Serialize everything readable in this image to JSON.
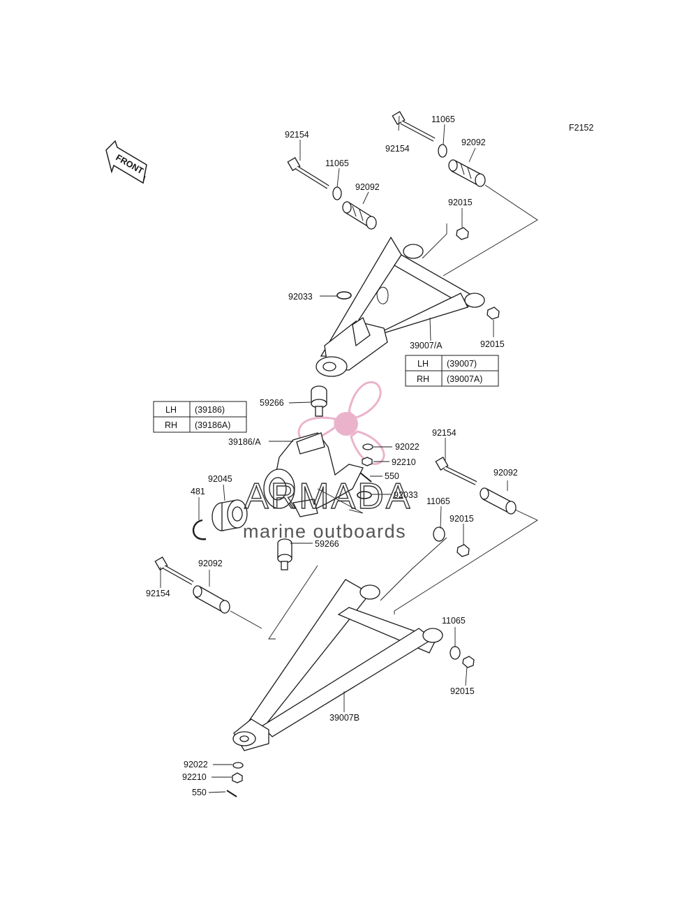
{
  "diagram_code": "F2152",
  "front_arrow_label": "FRONT",
  "watermark": {
    "brand": "ARMADA",
    "tagline": "marine outboards",
    "logo_color": "#e8a6c2"
  },
  "tables": {
    "upper_arm": {
      "rows": [
        {
          "side": "LH",
          "part": "(39007)"
        },
        {
          "side": "RH",
          "part": "(39007A)"
        }
      ]
    },
    "knuckle": {
      "rows": [
        {
          "side": "LH",
          "part": "(39186)"
        },
        {
          "side": "RH",
          "part": "(39186A)"
        }
      ]
    }
  },
  "callouts": {
    "upper_bolt_left": "92154",
    "upper_washer_left": "11065",
    "upper_bushing_left": "92092",
    "upper_bolt_right": "92154",
    "upper_washer_right": "11065",
    "upper_bushing_right": "92092",
    "upper_nut_top": "92015",
    "upper_ring": "92033",
    "upper_arm": "39007/A",
    "upper_nut_right": "92015",
    "upper_balljoint": "59266",
    "knuckle": "39186/A",
    "knuckle_washer": "92022",
    "knuckle_nut": "92210",
    "knuckle_pin": "550",
    "knuckle_ring": "92033",
    "bearing": "92045",
    "circlip": "481",
    "lower_balljoint": "59266",
    "lower_bolt_right": "92154",
    "lower_bushing_right": "92092",
    "lower_washer_mid": "11065",
    "lower_nut_mid": "92015",
    "lower_bolt_left": "92154",
    "lower_bushing_left": "92092",
    "lower_washer_right": "11065",
    "lower_nut_right": "92015",
    "lower_arm": "39007B",
    "lower_washer_bottom": "92022",
    "lower_nut_bottom": "92210",
    "lower_pin_bottom": "550"
  }
}
